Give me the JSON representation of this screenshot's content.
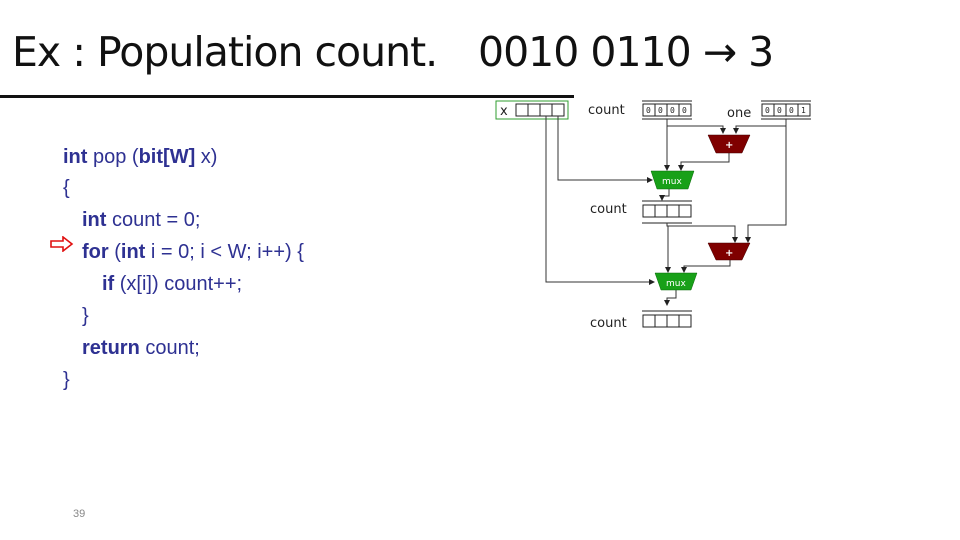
{
  "slide": {
    "title": "Ex : Population count.",
    "example": "0010 0110 → 3",
    "page_number": "39"
  },
  "code": {
    "lines": [
      {
        "kw": "int",
        "rest": " pop (",
        "kw2": "bit[W]",
        "rest2": " x)"
      },
      {
        "kw": "",
        "rest": "{",
        "kw2": "",
        "rest2": ""
      },
      {
        "kw": "int",
        "rest": " count = 0;",
        "kw2": "",
        "rest2": ""
      },
      {
        "kw": "for",
        "rest": " (",
        "kw2": "int",
        "rest2": " i = 0;  i < W;  i++) {"
      },
      {
        "kw": "if",
        "rest": " (x[i]) count++;",
        "kw2": "",
        "rest2": ""
      },
      {
        "kw": "",
        "rest": "}",
        "kw2": "",
        "rest2": ""
      },
      {
        "kw": "return",
        "rest": " count;",
        "kw2": "",
        "rest2": ""
      },
      {
        "kw": "",
        "rest": "}",
        "kw2": "",
        "rest2": ""
      }
    ],
    "current_line_marker": "arrow-icon",
    "marker_color": "#e01010",
    "text_color": "#2e3192"
  },
  "diagram": {
    "x_label": "x",
    "count_label": "count",
    "one_label": "one",
    "count_init_bits": [
      "0",
      "0",
      "0",
      "0"
    ],
    "one_bits": [
      "0",
      "0",
      "0",
      "1"
    ],
    "adder_label": "+",
    "mux_label": "mux",
    "count_label_2": "count",
    "count_label_3": "count",
    "adder_color": "#7f0000",
    "mux_color": "#18a018",
    "x_box_color": "#2f9e2f"
  }
}
